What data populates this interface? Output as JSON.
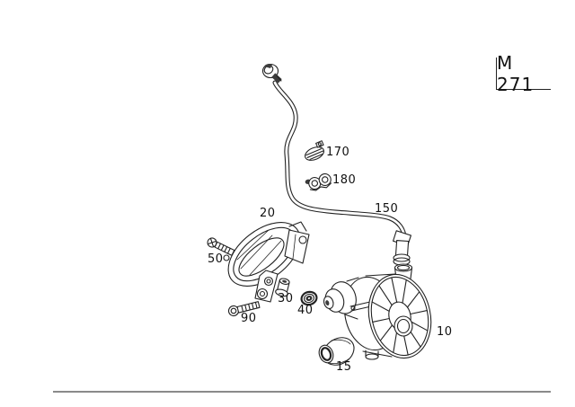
{
  "model_code": "M 271",
  "labels": {
    "p10": "10",
    "p15": "15",
    "p20": "20",
    "p30": "30",
    "p40": "40",
    "p50": "50",
    "p90": "90",
    "p150": "150",
    "p170": "170",
    "p180": "180"
  },
  "colors": {
    "line": "#222222",
    "footer_rule": "#8a8a8a",
    "background": "#ffffff"
  }
}
